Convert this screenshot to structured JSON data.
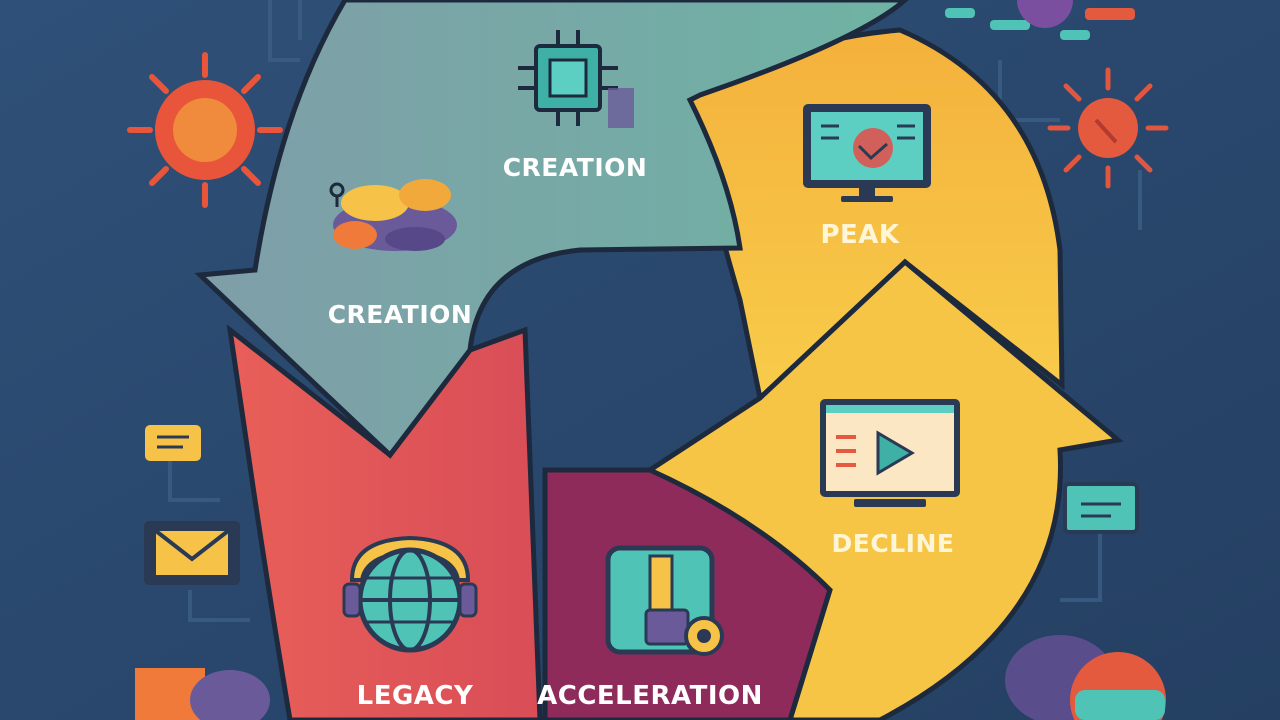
{
  "labels": {
    "top_creation": "CREATION",
    "left_creation": "CREATION",
    "peak": "PEAK",
    "decline": "DECLINE",
    "legacy": "LEGACY",
    "acceleration": "ACCELERATION"
  },
  "colors": {
    "background": "#2b4a6e",
    "teal_arrow": "#6e9c9a",
    "yellow_arrow": "#f6c247",
    "red_arrow": "#e9645c",
    "maroon_block": "#8e2b5a",
    "orange_accent": "#ef7a3a",
    "purple_accent": "#6b5a9a",
    "teal_accent": "#4fc3b5"
  },
  "icons": [
    "circuit-chip-icon",
    "cloud-brain-icon",
    "monitor-graph-icon",
    "video-player-icon",
    "globe-helmet-icon",
    "tools-badge-icon",
    "sun-gear-icon",
    "virus-icon",
    "envelope-icon",
    "message-icon",
    "document-icon"
  ]
}
